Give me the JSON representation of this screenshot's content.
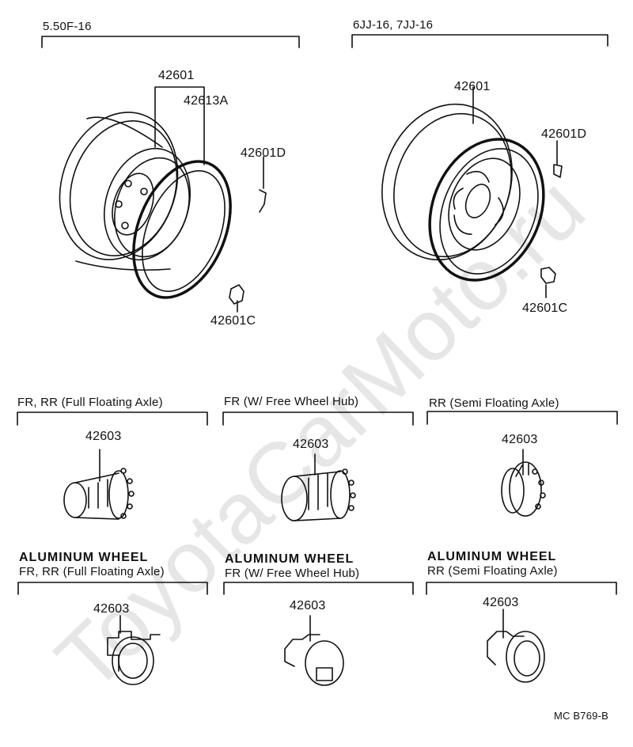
{
  "watermark": "ToyotaCarMoto.ru",
  "sections": {
    "top_left": {
      "heading": "5.50F-16",
      "parts": [
        "42601",
        "42613A",
        "42601D",
        "42601C"
      ]
    },
    "top_right": {
      "heading": "6JJ-16, 7JJ-16",
      "parts": [
        "42601",
        "42601D",
        "42601C"
      ]
    },
    "cap_1": {
      "heading": "FR, RR (Full Floating Axle)",
      "part": "42603"
    },
    "cap_2": {
      "heading": "FR (W/ Free Wheel Hub)",
      "part": "42603"
    },
    "cap_3": {
      "heading": "RR (Semi Floating Axle)",
      "part": "42603"
    },
    "alu_1": {
      "title": "ALUMINUM  WHEEL",
      "heading": "FR, RR (Full Floating Axle)",
      "part": "42603"
    },
    "alu_2": {
      "title": "ALUMINUM  WHEEL",
      "heading": "FR  (W/ Free Wheel Hub)",
      "part": "42603"
    },
    "alu_3": {
      "title": "ALUMINUM  WHEEL",
      "heading": "RR  (Semi Floating Axle)",
      "part": "42603"
    }
  },
  "figure_code": "MC  B769-B"
}
